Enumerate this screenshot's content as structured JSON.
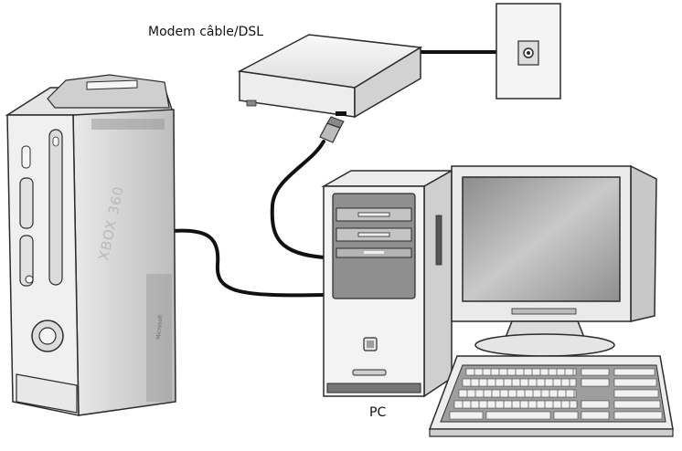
{
  "labels": {
    "modem": "Modem câble/DSL",
    "pc": "PC"
  },
  "console": {
    "logo_text": "XBOX 360",
    "brand_text": "Microsoft"
  },
  "colors": {
    "outline": "#2b2b2b",
    "cable": "#111111",
    "light_fill": "#f2f2f2",
    "mid_fill": "#d6d6d6",
    "screen": "#a3a3a3"
  }
}
